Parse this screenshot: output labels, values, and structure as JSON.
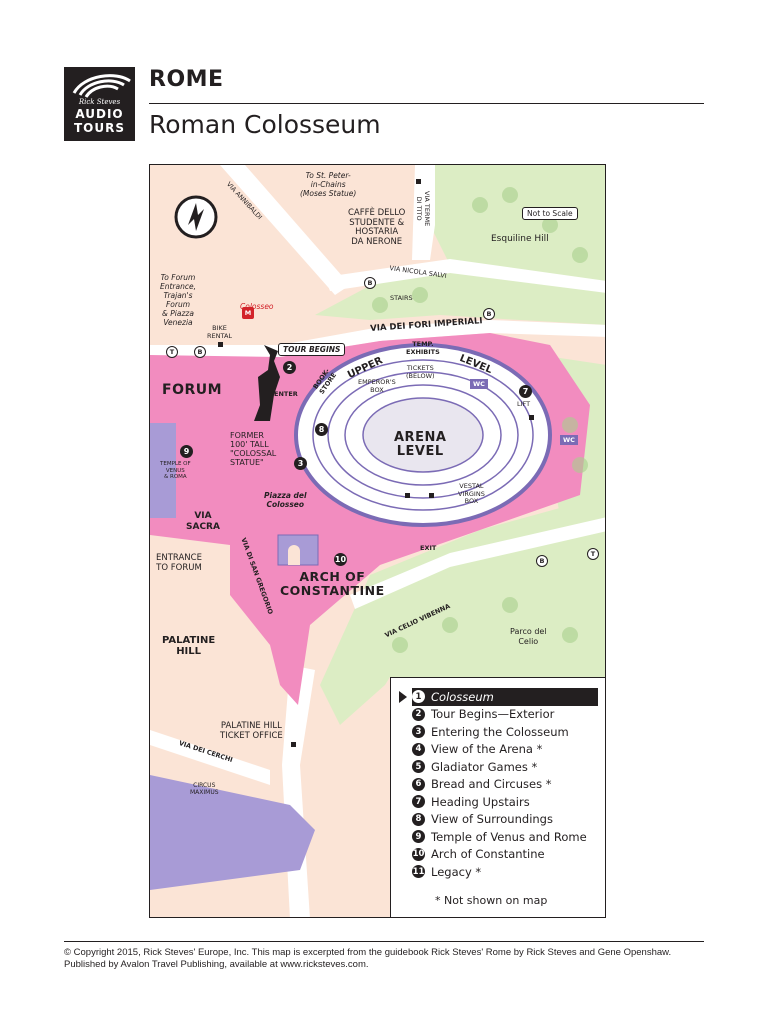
{
  "header": {
    "logo_signature": "Rick Steves",
    "logo_line1": "AUDIO",
    "logo_line2": "TOURS",
    "city": "ROME",
    "title": "Roman Colosseum"
  },
  "map": {
    "colors": {
      "plaza": "#f28cbf",
      "ground": "#fbe4d6",
      "park": "#dcedc4",
      "tree": "#cfe5b5",
      "purple": "#a89bd6",
      "road": "#ffffff",
      "arena": "#e9e6ef"
    },
    "labels": {
      "to_st_peter": "To St. Peter-\nin-Chains\n(Moses Statue)",
      "via_annibaldi": "VIA ANNIBALDI",
      "caffe": "CAFFÈ DELLO\nSTUDENTE &\nHOSTARIA\nDA NERONE",
      "via_terme": "VIA TERME\nDI TITO",
      "not_to_scale": "Not to Scale",
      "esquiline": "Esquiline Hill",
      "via_nicola": "VIA NICOLA SALVI",
      "stairs": "STAIRS",
      "to_forum_entrance": "To Forum\nEntrance,\nTrajan's\nForum\n& Piazza\nVenezia",
      "colosseo_metro": "Colosseo",
      "bike_rental": "BIKE\nRENTAL",
      "via_fori": "VIA DEI FORI IMPERIALI",
      "tour_begins": "TOUR BEGINS",
      "temp_exhibits": "TEMP.\nEXHIBITS",
      "upper": "UPPER",
      "level": "LEVEL",
      "tickets": "TICKETS\n(BELOW)",
      "forum": "FORUM",
      "enter": "ENTER",
      "bookstore": "BOOK-\nSTORE",
      "emperors_box": "EMPEROR'S\nBOX",
      "lift": "LIFT",
      "arena_level": "ARENA\nLEVEL",
      "former_statue": "FORMER\n100' TALL\n\"COLOSSAL\nSTATUE\"",
      "temple_venus": "TEMPLE OF\nVENUS\n& ROMA",
      "vestal": "VESTAL\nVIRGINS\nBOX",
      "piazza": "Piazza del\nColosseo",
      "via_sacra": "VIA\nSACRA",
      "entrance_forum": "ENTRANCE\nTO FORUM",
      "exit": "EXIT",
      "arch": "ARCH OF\nCONSTANTINE",
      "via_san_gregorio": "VIA DI SAN GREGORIO",
      "via_celio": "VIA CELIO VIBENNA",
      "parco": "Parco del\nCelio",
      "palatine": "PALATINE\nHILL",
      "palatine_ticket": "PALATINE HILL\nTICKET OFFICE",
      "via_cerchi": "VIA DEI CERCHI",
      "circus": "CIRCUS\nMAXIMUS",
      "wc": "WC",
      "metro": "M",
      "bus": "B",
      "tram": "T"
    },
    "markers": [
      "2",
      "3",
      "7",
      "8",
      "9",
      "10"
    ]
  },
  "legend": {
    "items": [
      {
        "num": "1",
        "label": "Colosseum",
        "selected": true
      },
      {
        "num": "2",
        "label": "Tour Begins—Exterior"
      },
      {
        "num": "3",
        "label": "Entering the Colosseum"
      },
      {
        "num": "4",
        "label": "View of the Arena *"
      },
      {
        "num": "5",
        "label": "Gladiator Games *"
      },
      {
        "num": "6",
        "label": "Bread and Circuses *"
      },
      {
        "num": "7",
        "label": "Heading Upstairs"
      },
      {
        "num": "8",
        "label": "View of Surroundings"
      },
      {
        "num": "9",
        "label": "Temple of Venus and Rome"
      },
      {
        "num": "10",
        "label": "Arch of Constantine"
      },
      {
        "num": "11",
        "label": "Legacy *"
      }
    ],
    "note": "* Not shown on map"
  },
  "footer": {
    "line1": "© Copyright 2015, Rick Steves' Europe, Inc. This map is excerpted from the guidebook Rick Steves' Rome by Rick Steves and Gene Openshaw.",
    "line2": "Published by Avalon Travel Publishing, available at www.ricksteves.com."
  }
}
